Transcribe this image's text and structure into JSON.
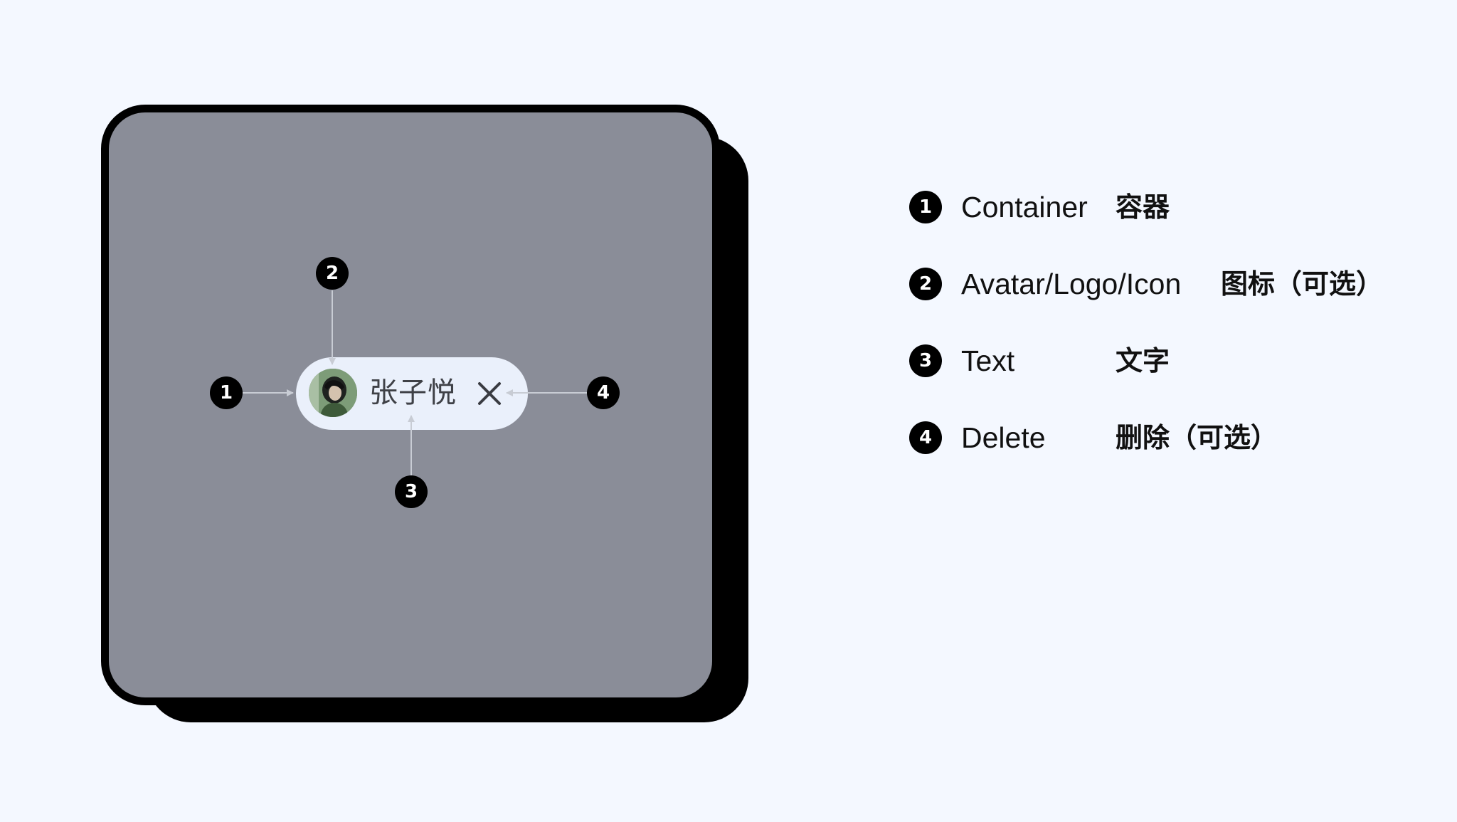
{
  "chip": {
    "name": "张子悦",
    "avatar_icon": "avatar-photo",
    "delete_icon": "close-icon"
  },
  "markers": [
    "1",
    "2",
    "3",
    "4"
  ],
  "legend": [
    {
      "num": "1",
      "en": "Container",
      "zh": "容器"
    },
    {
      "num": "2",
      "en": "Avatar/Logo/Icon",
      "zh": "图标（可选）"
    },
    {
      "num": "3",
      "en": "Text",
      "zh": "文字"
    },
    {
      "num": "4",
      "en": "Delete",
      "zh": "删除（可选）"
    }
  ],
  "colors": {
    "background": "#f4f8ff",
    "card": "#8a8d98",
    "card_border": "#000000",
    "chip": "#eaf0fb",
    "chip_text": "#3f4147",
    "leader_line": "#c8ccd4"
  }
}
